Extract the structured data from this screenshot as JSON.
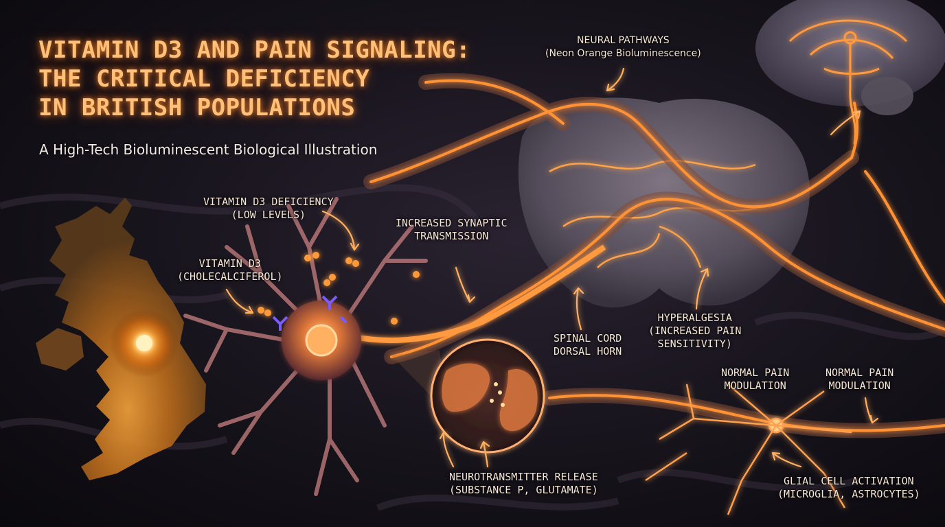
{
  "title_lines": [
    "VITAMIN D3 AND PAIN SIGNALING:",
    "THE CRITICAL DEFICIENCY",
    "IN BRITISH POPULATIONS"
  ],
  "subtitle": "A High-Tech Bioluminescent Biological Illustration",
  "labels": {
    "neural_pathways": {
      "line1": "NEURAL PATHWAYS",
      "line2": "(Neon Orange Bioluminescence)"
    },
    "vitamin_d3_deficiency": {
      "line1": "VITAMIN D3 DEFICIENCY",
      "line2": "(LOW LEVELS)"
    },
    "vitamin_d3": {
      "line1": "VITAMIN D3",
      "line2": "(CHOLECALCIFEROL)"
    },
    "synaptic_transmission": {
      "line1": "INCREASED SYNAPTIC",
      "line2": "TRANSMISSION"
    },
    "spinal_cord": {
      "line1": "SPINAL CORD",
      "line2": "DORSAL HORN"
    },
    "hyperalgesia": {
      "line1": "HYPERALGESIA",
      "line2": "(INCREASED PAIN",
      "line3": "SENSITIVITY)"
    },
    "normal_pain_modulation_1": {
      "line1": "NORMAL PAIN",
      "line2": "MODULATION"
    },
    "normal_pain_modulation_2": {
      "line1": "NORMAL PAIN",
      "line2": "MODULATION"
    },
    "neurotransmitter_release": {
      "line1": "NEUROTRANSMITTER RELEASE",
      "line2": "(SUBSTANCE P, GLUTAMATE)"
    },
    "glial_cell_activation": {
      "line1": "GLIAL CELL ACTIVATION",
      "line2": "(MICROGLIA, ASTROCYTES)"
    }
  },
  "colors": {
    "glow": "#ff8a2a",
    "title": "#ffc17a",
    "label_text": "#f6e7d6",
    "background": "#16131b",
    "receptor": "#7a5cff"
  }
}
